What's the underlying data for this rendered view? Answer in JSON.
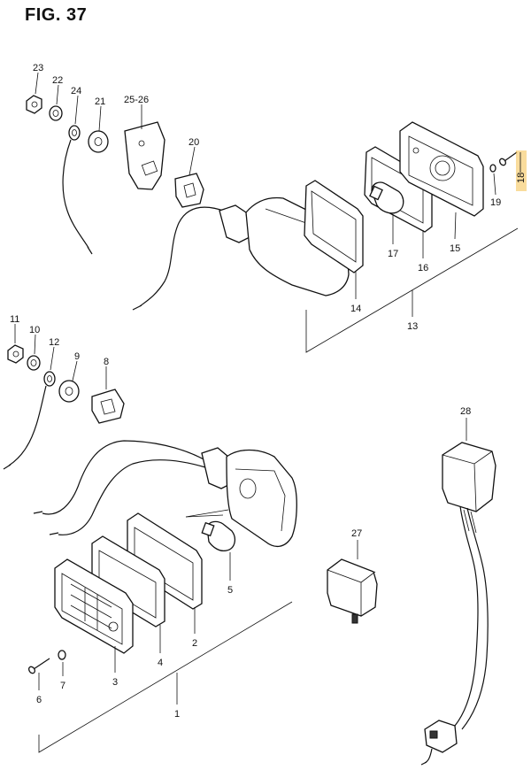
{
  "figure": {
    "title": "FIG. 37"
  },
  "callouts": [
    {
      "id": "c23",
      "label": "23"
    },
    {
      "id": "c22",
      "label": "22"
    },
    {
      "id": "c24",
      "label": "24"
    },
    {
      "id": "c21",
      "label": "21"
    },
    {
      "id": "c2526",
      "label": "25-26"
    },
    {
      "id": "c20",
      "label": "20"
    },
    {
      "id": "c18",
      "label": "18",
      "highlighted": true
    },
    {
      "id": "c19",
      "label": "19"
    },
    {
      "id": "c15",
      "label": "15"
    },
    {
      "id": "c16",
      "label": "16"
    },
    {
      "id": "c17",
      "label": "17"
    },
    {
      "id": "c14",
      "label": "14"
    },
    {
      "id": "c13",
      "label": "13"
    },
    {
      "id": "c11",
      "label": "11"
    },
    {
      "id": "c10",
      "label": "10"
    },
    {
      "id": "c12",
      "label": "12"
    },
    {
      "id": "c9",
      "label": "9"
    },
    {
      "id": "c8",
      "label": "8"
    },
    {
      "id": "c28",
      "label": "28"
    },
    {
      "id": "c27",
      "label": "27"
    },
    {
      "id": "c5",
      "label": "5"
    },
    {
      "id": "c2",
      "label": "2"
    },
    {
      "id": "c4",
      "label": "4"
    },
    {
      "id": "c3",
      "label": "3"
    },
    {
      "id": "c7",
      "label": "7"
    },
    {
      "id": "c6",
      "label": "6"
    },
    {
      "id": "c1",
      "label": "1"
    }
  ],
  "highlight_color": "#f4c04a"
}
